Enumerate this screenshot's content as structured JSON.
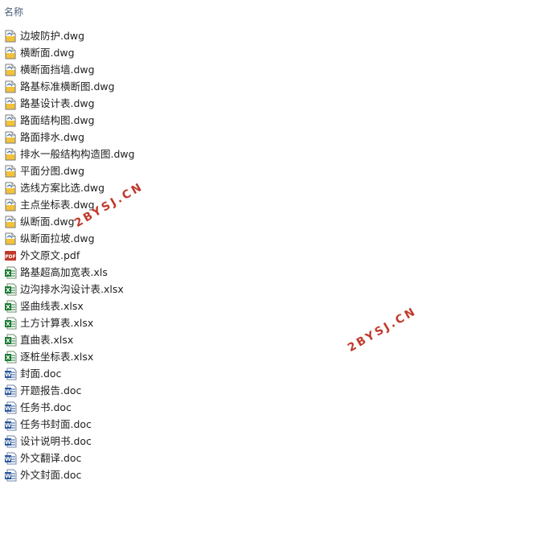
{
  "header": {
    "name_column": "名称"
  },
  "files": [
    {
      "name": "边坡防护.dwg",
      "type": "dwg"
    },
    {
      "name": "横断面.dwg",
      "type": "dwg"
    },
    {
      "name": "横断面挡墙.dwg",
      "type": "dwg"
    },
    {
      "name": "路基标准横断图.dwg",
      "type": "dwg"
    },
    {
      "name": "路基设计表.dwg",
      "type": "dwg"
    },
    {
      "name": "路面结构图.dwg",
      "type": "dwg"
    },
    {
      "name": "路面排水.dwg",
      "type": "dwg"
    },
    {
      "name": "排水一般结构构造图.dwg",
      "type": "dwg"
    },
    {
      "name": "平面分图.dwg",
      "type": "dwg"
    },
    {
      "name": "选线方案比选.dwg",
      "type": "dwg"
    },
    {
      "name": "主点坐标表.dwg",
      "type": "dwg"
    },
    {
      "name": "纵断面.dwg",
      "type": "dwg"
    },
    {
      "name": "纵断面拉坡.dwg",
      "type": "dwg"
    },
    {
      "name": "外文原文.pdf",
      "type": "pdf"
    },
    {
      "name": "路基超高加宽表.xls",
      "type": "xls"
    },
    {
      "name": "边沟排水沟设计表.xlsx",
      "type": "xls"
    },
    {
      "name": "竖曲线表.xlsx",
      "type": "xls"
    },
    {
      "name": "土方计算表.xlsx",
      "type": "xls"
    },
    {
      "name": "直曲表.xlsx",
      "type": "xls"
    },
    {
      "name": "逐桩坐标表.xlsx",
      "type": "xls"
    },
    {
      "name": "封面.doc",
      "type": "doc"
    },
    {
      "name": "开题报告.doc",
      "type": "doc"
    },
    {
      "name": "任务书.doc",
      "type": "doc"
    },
    {
      "name": "任务书封面.doc",
      "type": "doc"
    },
    {
      "name": "设计说明书.doc",
      "type": "doc"
    },
    {
      "name": "外文翻译.doc",
      "type": "doc"
    },
    {
      "name": "外文封面.doc",
      "type": "doc"
    }
  ],
  "watermarks": [
    "2BYSJ.CN",
    "2BYSJ.CN"
  ],
  "icons": {
    "dwg": "dwg-file-icon",
    "pdf": "pdf-file-icon",
    "xls": "excel-file-icon",
    "doc": "word-file-icon"
  },
  "colors": {
    "header_text": "#4c607a",
    "watermark": "#c0392b",
    "dwg_yellow": "#f2c23a",
    "pdf_red": "#c0392b",
    "xls_green": "#1e7b34",
    "doc_blue": "#2b579a"
  }
}
